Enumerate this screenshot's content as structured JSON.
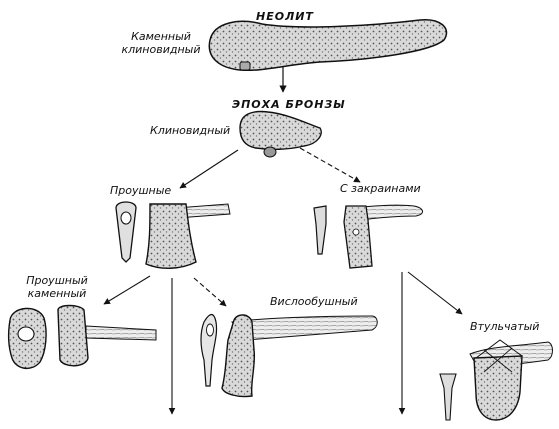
{
  "eras": {
    "neolithic": "НЕОЛИТ",
    "bronze_age": "ЭПОХА БРОНЗЫ"
  },
  "labels": {
    "neolithic_wedge": [
      "Каменный",
      "клиновидный"
    ],
    "bronze_wedge": "Клиновидный",
    "shaft_hole": "Проушные",
    "flanged": "С закраинами",
    "shaft_hole_stone": [
      "Проушный",
      "каменный"
    ],
    "drooping_butt": "Вислообушный",
    "socketed": "Втульчатый"
  },
  "colors": {
    "ink": "#111111",
    "paper": "#ffffff",
    "stone_fill": "#cfcfcf",
    "wood_fill": "#e6e6e6"
  }
}
